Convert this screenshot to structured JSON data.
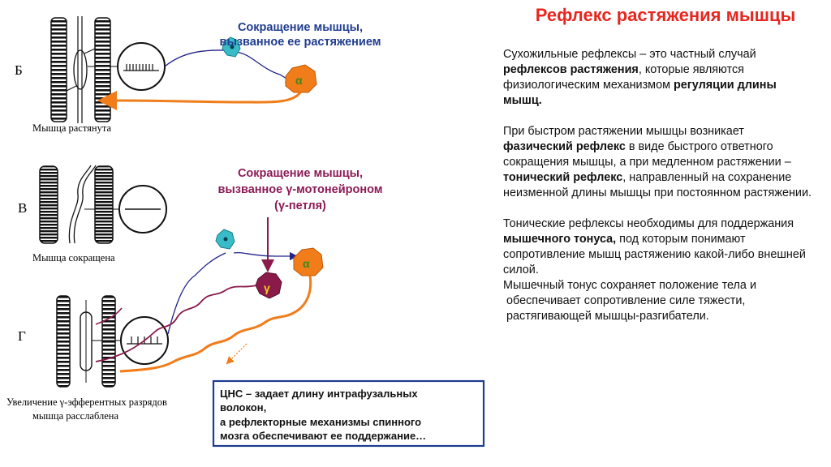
{
  "title": "Рефлекс растяжения мышцы",
  "panels": {
    "b": {
      "letter": "Б",
      "caption": "Мышца растянута"
    },
    "v": {
      "letter": "В",
      "caption": "Мышца сокращена"
    },
    "g": {
      "letter": "Г",
      "caption_line1": "Увеличение γ-эфферентных разрядов",
      "caption_line2": "мышца расслаблена"
    }
  },
  "annotations": {
    "top_line1": "Сокращение мышцы,",
    "top_line2": "вызванное ее растяжением",
    "mid_line1": "Сокращение мышцы,",
    "mid_line2": "вызванное γ-мотонейроном",
    "mid_line3": "(γ-петля)"
  },
  "neurons": {
    "alpha": "α",
    "gamma": "γ"
  },
  "cns_box": {
    "line1": "ЦНС – задает длину интрафузальных",
    "line2": "волокон,",
    "line3": "а рефлекторные механизмы спинного",
    "line4": "мозга обеспечивают ее поддержание…"
  },
  "text": {
    "p1_a": "Сухожильные рефлексы – это частный случай ",
    "p1_b": "рефлексов растяжения",
    "p1_c": ", которые являются физиологическим механизмом ",
    "p1_d": "регуляции длины мышц.",
    "p2_a": "При быстром растяжении мышцы возникает ",
    "p2_b": "фазический рефлекс",
    "p2_c": " в виде быстрого ответного сокращения мышцы, а при медленном растяжении – ",
    "p2_d": "тонический рефлекс",
    "p2_e": ", направленный на сохранение неизменной длины мышцы при постоянном растяжении.",
    "p3_a": "Тонические рефлексы необходимы для поддержания ",
    "p3_b": "мышечного тонуса,",
    "p3_c": " под которым понимают сопротивление мышц растяжению какой-либо внешней силой.",
    "p4": "Мышечный тонус сохраняет положение тела и",
    "p5": "обеспечивает сопротивление силе тяжести,",
    "p6": "растягивающей мышцы-разгибатели."
  },
  "colors": {
    "title": "#e8261f",
    "orange_fiber": "#f07c1a",
    "sensory_fiber": "#22228a",
    "gamma_fiber": "#8a1a4a",
    "annotation_blue": "#1f3c8f",
    "annotation_purple": "#8b1a55",
    "cns_border": "#1f3c8f"
  },
  "icons": [
    "muscle-fiber-icon",
    "spindle-icon",
    "sensory-neuron-icon",
    "alpha-motoneuron-icon",
    "gamma-motoneuron-icon"
  ]
}
